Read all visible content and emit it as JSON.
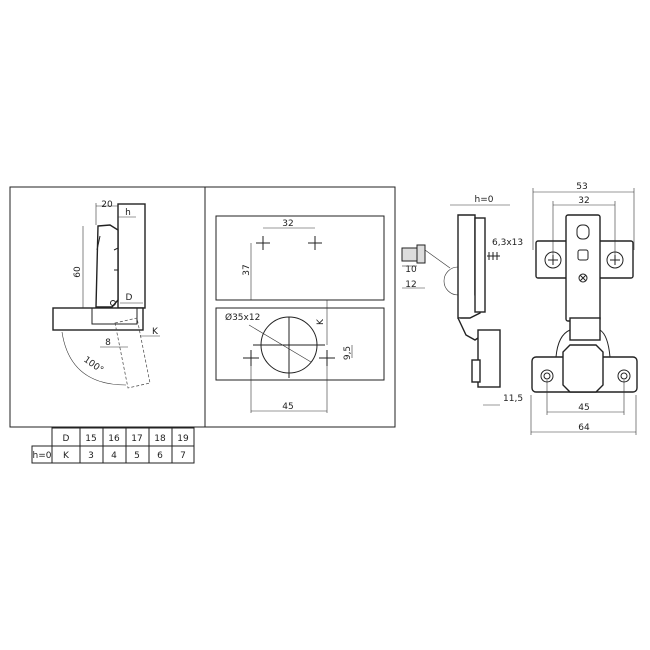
{
  "side_section": {
    "dim_width": "20",
    "dim_h": "h",
    "dim_height": "60",
    "dim_d": "D",
    "dim_k": "K",
    "dim_8": "8",
    "angle": "100°"
  },
  "drilling": {
    "dim_32": "32",
    "dim_37": "37",
    "cup_hole": "Ø35x12",
    "dim_k": "K",
    "dim_offset": "9,5",
    "dim_45": "45"
  },
  "table": {
    "row_label": "h=0",
    "header": [
      "D",
      "15",
      "16",
      "17",
      "18",
      "19"
    ],
    "values": [
      "K",
      "3",
      "4",
      "5",
      "6",
      "7"
    ]
  },
  "profile": {
    "dim_10": "10",
    "dim_12": "12",
    "overlay": "h=0",
    "screw": "6,3x13",
    "dim_11_5": "11,5"
  },
  "front": {
    "dim_53": "53",
    "dim_32": "32",
    "dim_45": "45",
    "dim_64": "64"
  }
}
